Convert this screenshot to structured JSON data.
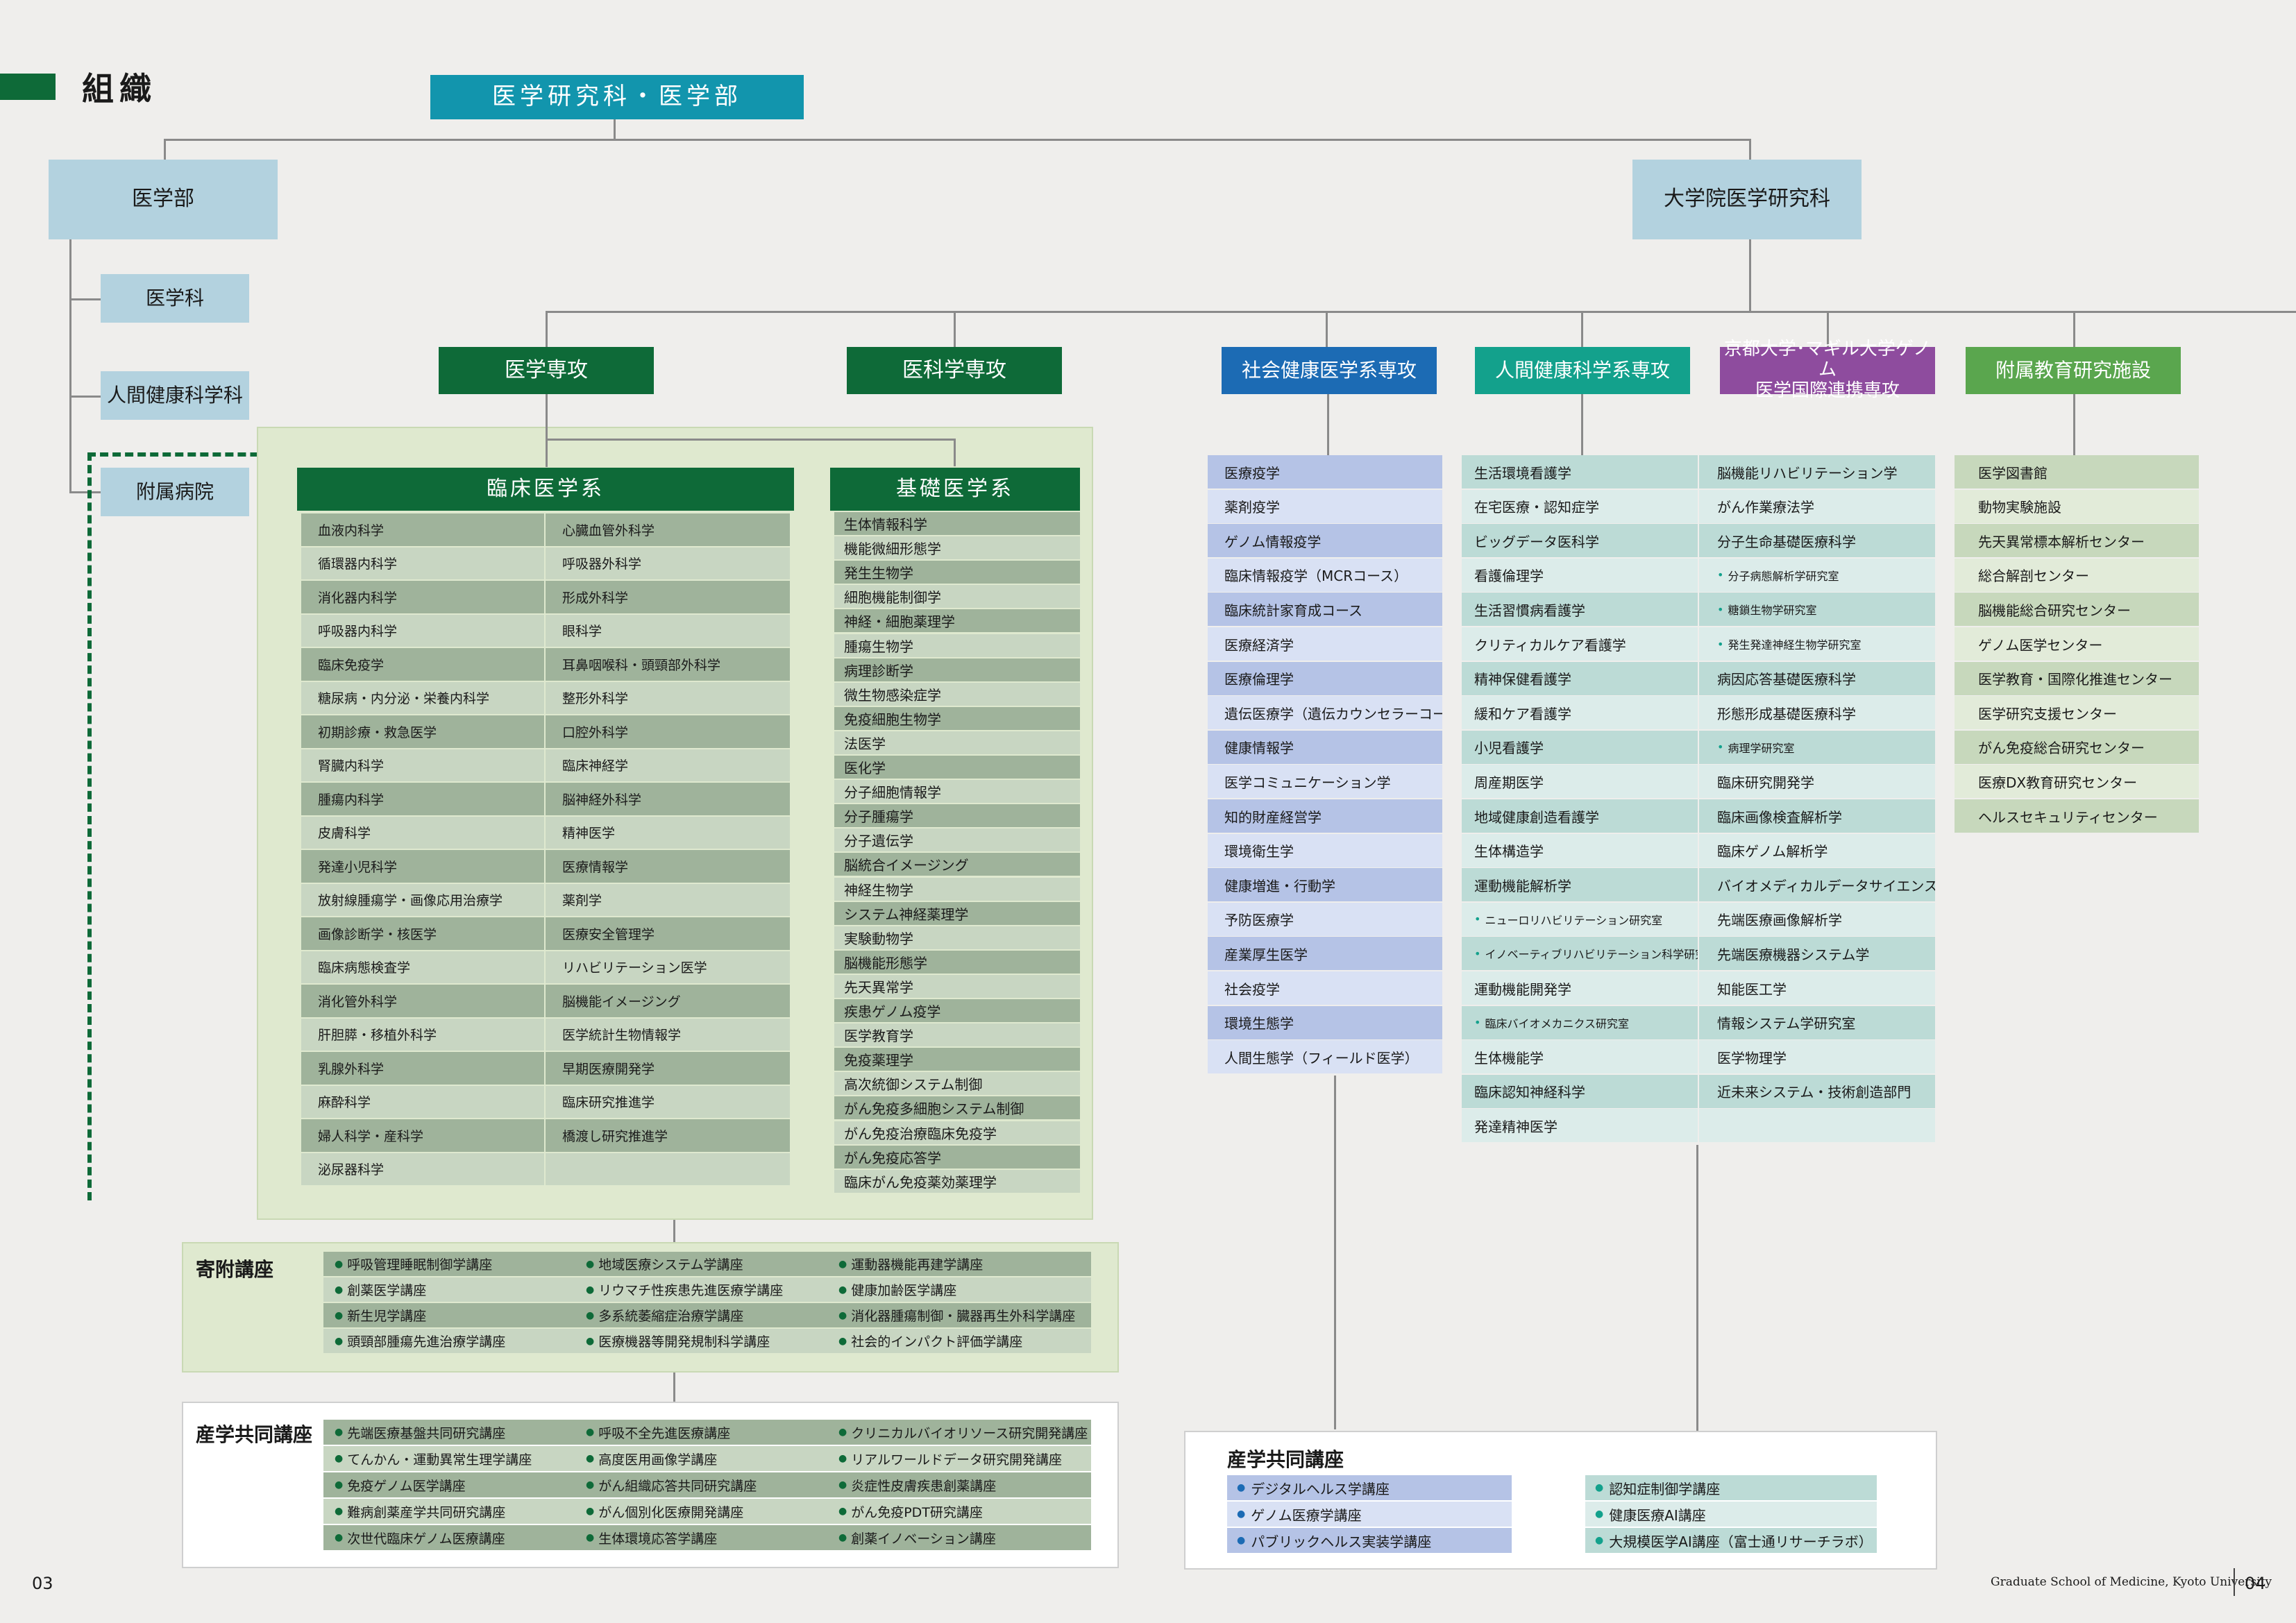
{
  "page": {
    "title": "組織",
    "top_title": "医学研究科・医学部",
    "footer_left": "03",
    "footer_right_text": "Graduate School of Medicine, Kyoto University",
    "footer_right_num": "04"
  },
  "left": {
    "faculty": "医学部",
    "dept1": "医学科",
    "dept2": "人間健康科学科",
    "hospital": "附属病院"
  },
  "right": {
    "graduate": "大学院医学研究科"
  },
  "majors": {
    "igaku": "医学専攻",
    "ikagaku": "医科学専攻",
    "shakai": "社会健康医学系専攻",
    "ningen": "人間健康科学系専攻",
    "kyoto_mcgill_1": "京都大学･マギル大学ゲノム",
    "kyoto_mcgill_2": "医学国際連携専攻",
    "fuzoku": "附属教育研究施設"
  },
  "clinical": {
    "header": "臨床医学系",
    "rows": [
      [
        "血液内科学",
        "心臓血管外科学"
      ],
      [
        "循環器内科学",
        "呼吸器外科学"
      ],
      [
        "消化器内科学",
        "形成外科学"
      ],
      [
        "呼吸器内科学",
        "眼科学"
      ],
      [
        "臨床免疫学",
        "耳鼻咽喉科・頭頸部外科学"
      ],
      [
        "糖尿病・内分泌・栄養内科学",
        "整形外科学"
      ],
      [
        "初期診療・救急医学",
        "口腔外科学"
      ],
      [
        "腎臓内科学",
        "臨床神経学"
      ],
      [
        "腫瘍内科学",
        "脳神経外科学"
      ],
      [
        "皮膚科学",
        "精神医学"
      ],
      [
        "発達小児科学",
        "医療情報学"
      ],
      [
        "放射線腫瘍学・画像応用治療学",
        "薬剤学"
      ],
      [
        "画像診断学・核医学",
        "医療安全管理学"
      ],
      [
        "臨床病態検査学",
        "リハビリテーション医学"
      ],
      [
        "消化管外科学",
        "脳機能イメージング"
      ],
      [
        "肝胆膵・移植外科学",
        "医学統計生物情報学"
      ],
      [
        "乳腺外科学",
        "早期医療開発学"
      ],
      [
        "麻酔科学",
        "臨床研究推進学"
      ],
      [
        "婦人科学・産科学",
        "橋渡し研究推進学"
      ],
      [
        "泌尿器科学",
        ""
      ]
    ]
  },
  "basic": {
    "header": "基礎医学系",
    "items": [
      "生体情報科学",
      "機能微細形態学",
      "発生生物学",
      "細胞機能制御学",
      "神経・細胞薬理学",
      "腫瘍生物学",
      "病理診断学",
      "微生物感染症学",
      "免疫細胞生物学",
      "法医学",
      "医化学",
      "分子細胞情報学",
      "分子腫瘍学",
      "分子遺伝学",
      "脳統合イメージング",
      "神経生物学",
      "システム神経薬理学",
      "実験動物学",
      "脳機能形態学",
      "先天異常学",
      "疾患ゲノム疫学",
      "医学教育学",
      "免疫薬理学",
      "高次統御システム制御",
      "がん免疫多細胞システム制御",
      "がん免疫治療臨床免疫学",
      "がん免疫応答学",
      "臨床がん免疫薬効薬理学"
    ]
  },
  "kifu": {
    "label": "寄附講座",
    "rows": [
      [
        "呼吸管理睡眠制御学講座",
        "地域医療システム学講座",
        "運動器機能再建学講座"
      ],
      [
        "創薬医学講座",
        "リウマチ性疾患先進医療学講座",
        "健康加齢医学講座"
      ],
      [
        "新生児学講座",
        "多系統萎縮症治療学講座",
        "消化器腫瘍制御・臓器再生外科学講座"
      ],
      [
        "頭頸部腫瘍先進治療学講座",
        "医療機器等開発規制科学講座",
        "社会的インパクト評価学講座"
      ]
    ]
  },
  "sangaku_left": {
    "label": "産学共同講座",
    "rows": [
      [
        "先端医療基盤共同研究講座",
        "呼吸不全先進医療講座",
        "クリニカルバイオリソース研究開発講座"
      ],
      [
        "てんかん・運動異常生理学講座",
        "高度医用画像学講座",
        "リアルワールドデータ研究開発講座"
      ],
      [
        "免疫ゲノム医学講座",
        "がん組織応答共同研究講座",
        "炎症性皮膚疾患創薬講座"
      ],
      [
        "難病創薬産学共同研究講座",
        "がん個別化医療開発講座",
        "がん免疫PDT研究講座"
      ],
      [
        "次世代臨床ゲノム医療講座",
        "生体環境応答学講座",
        "創薬イノベーション講座"
      ]
    ]
  },
  "shakai_list": [
    "医療疫学",
    "薬剤疫学",
    "ゲノム情報疫学",
    "臨床情報疫学（MCRコース）",
    "臨床統計家育成コース",
    "医療経済学",
    "医療倫理学",
    "遺伝医療学（遺伝カウンセラーコース）",
    "健康情報学",
    "医学コミュニケーション学",
    "知的財産経営学",
    "環境衛生学",
    "健康増進・行動学",
    "予防医療学",
    "産業厚生医学",
    "社会疫学",
    "環境生態学",
    "人間生態学（フィールド医学）"
  ],
  "ningen_list_a": [
    "生活環境看護学",
    "在宅医療・認知症学",
    "ビッグデータ医科学",
    "看護倫理学",
    "生活習慣病看護学",
    "クリティカルケア看護学",
    "精神保健看護学",
    "緩和ケア看護学",
    "小児看護学",
    "周産期医学",
    "地域健康創造看護学",
    "生体構造学",
    "運動機能解析学",
    "ニューロリハビリテーション研究室",
    "イノベーティブリハビリテーション科学研究室",
    "運動機能開発学",
    "臨床バイオメカニクス研究室",
    "生体機能学",
    "臨床認知神経科学",
    "発達精神医学"
  ],
  "ningen_list_b": [
    "脳機能リハビリテーション学",
    "がん作業療法学",
    "分子生命基礎医療科学",
    "分子病態解析学研究室",
    "糖鎖生物学研究室",
    "発生発達神経生物学研究室",
    "病因応答基礎医療科学",
    "形態形成基礎医療科学",
    "病理学研究室",
    "臨床研究開発学",
    "臨床画像検査解析学",
    "臨床ゲノム解析学",
    "バイオメディカルデータサイエンス",
    "先端医療画像解析学",
    "先端医療機器システム学",
    "知能医工学",
    "情報システム学研究室",
    "医学物理学",
    "近未来システム・技術創造部門",
    ""
  ],
  "fuzoku_list": [
    "医学図書館",
    "動物実験施設",
    "先天異常標本解析センター",
    "総合解剖センター",
    "脳機能総合研究センター",
    "ゲノム医学センター",
    "医学教育・国際化推進センター",
    "医学研究支援センター",
    "がん免疫総合研究センター",
    "医療DX教育研究センター",
    "ヘルスセキュリティセンター"
  ],
  "sangaku_right": {
    "label": "産学共同講座",
    "left": [
      "デジタルヘルス学講座",
      "ゲノム医療学講座",
      "パブリックヘルス実装学講座"
    ],
    "right": [
      "認知症制御学講座",
      "健康医療AI講座",
      "大規模医学AI講座（富士通リサーチラボ）"
    ]
  },
  "colors": {
    "dark_green": "#0e6a38",
    "teal_title": "#1295ad",
    "light_blue": "#b3d2df",
    "blue_major": "#1c6bb4",
    "teal_major": "#13a18c",
    "purple_major": "#8e4c9e",
    "green_major": "#5aa64e"
  }
}
